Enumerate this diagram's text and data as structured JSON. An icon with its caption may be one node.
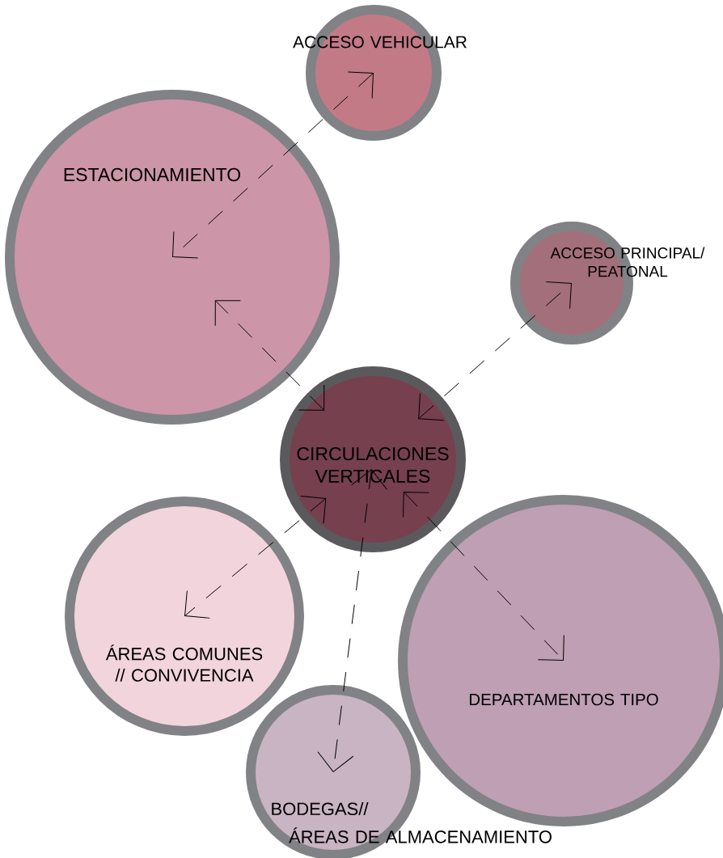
{
  "diagram": {
    "nodes": [
      {
        "text": [
          "ACCESO VEHICULAR"
        ]
      },
      {
        "text": [
          "ESTACIONAMIENTO"
        ]
      },
      {
        "text": [
          "ACCESO PRINCIPAL/ PEATONAL"
        ]
      },
      {
        "text": [
          "CIRCULACIONES VERTICALES"
        ]
      },
      {
        "text": [
          "ÁREAS COMUNES // CONVIVENCIA"
        ]
      },
      {
        "text": [
          "DEPARTAMENTOS TIPO"
        ]
      },
      {
        "text": [
          "BODEGAS//",
          "ÁREAS DE ALMACENAMIENTO"
        ]
      }
    ],
    "edges": [
      {
        "from": 0,
        "to": 1,
        "arrow": "both",
        "style": "dashed"
      },
      {
        "from": 3,
        "to": 1,
        "arrow": "both",
        "style": "dashed"
      },
      {
        "from": 3,
        "to": 2,
        "arrow": "both",
        "style": "dashed"
      },
      {
        "from": 3,
        "to": 4,
        "arrow": "both",
        "style": "dashed"
      },
      {
        "from": 3,
        "to": 6,
        "arrow": "both",
        "style": "dashed"
      },
      {
        "from": 3,
        "to": 5,
        "arrow": "both",
        "style": "dashed"
      }
    ]
  }
}
